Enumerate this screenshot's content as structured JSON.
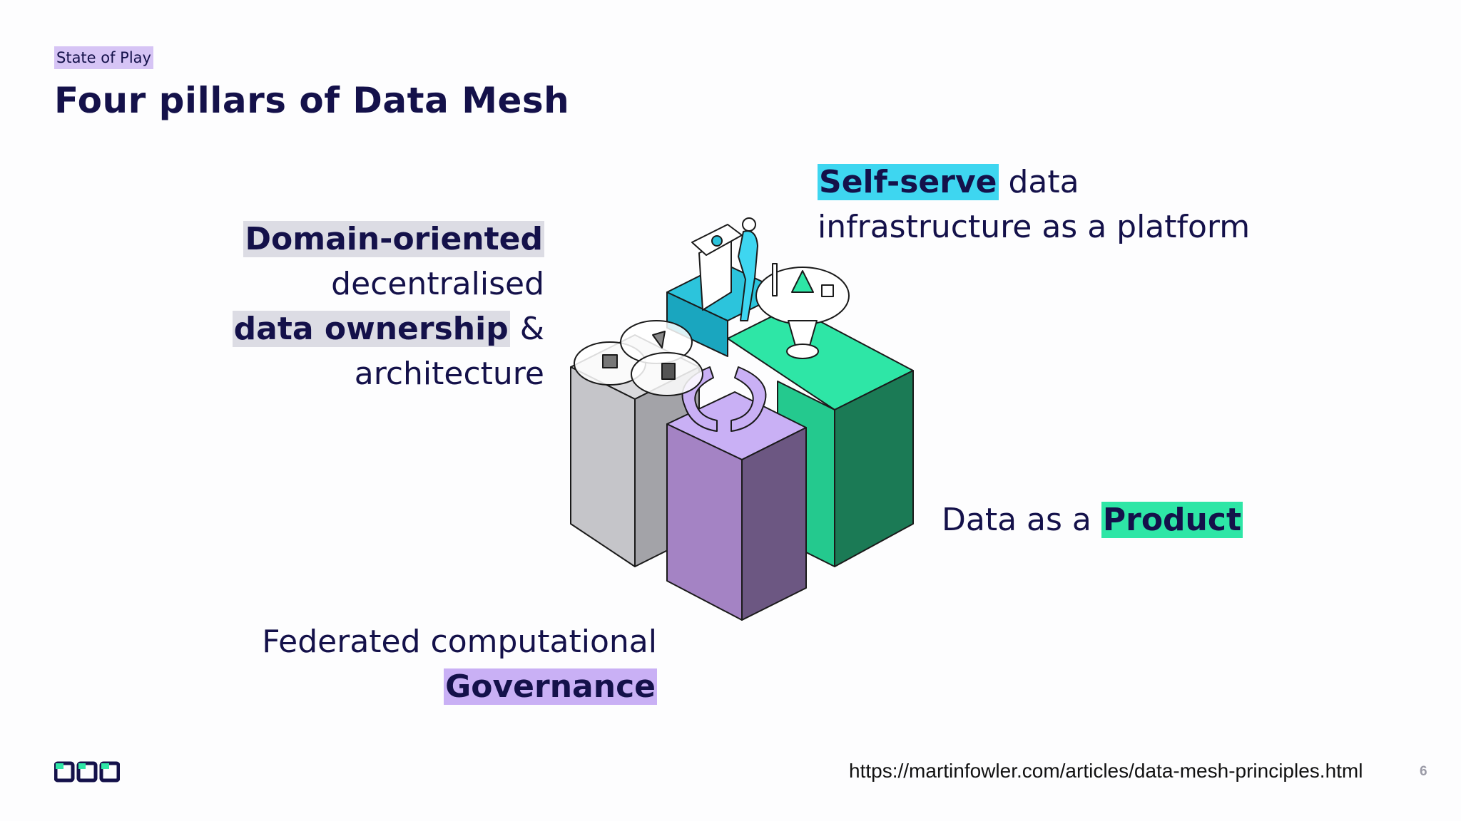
{
  "header": {
    "tag": "State of Play",
    "title": "Four pillars of Data Mesh"
  },
  "pillars": {
    "domain": {
      "bold1": "Domain-oriented",
      "line2": "decentralised",
      "bold3": "data ownership",
      "amp": " &",
      "line4": "architecture",
      "color": "#dcdce4"
    },
    "selfserve": {
      "bold": "Self-serve",
      "rest1": " data",
      "line2": "infrastructure as a platform",
      "color": "#3ed6f0"
    },
    "product": {
      "prefix": "Data as a ",
      "bold": "Product",
      "color": "#2ee6a6"
    },
    "governance": {
      "line1": "Federated computational",
      "bold": "Governance",
      "color": "#c9b0f5"
    }
  },
  "footer": {
    "url": "https://martinfowler.com/articles/data-mesh-principles.html",
    "page": "6"
  },
  "illustration": {
    "icons": [
      "person-at-podium-icon",
      "venn-circles-icon",
      "funnel-icon",
      "bracket-icon"
    ]
  }
}
